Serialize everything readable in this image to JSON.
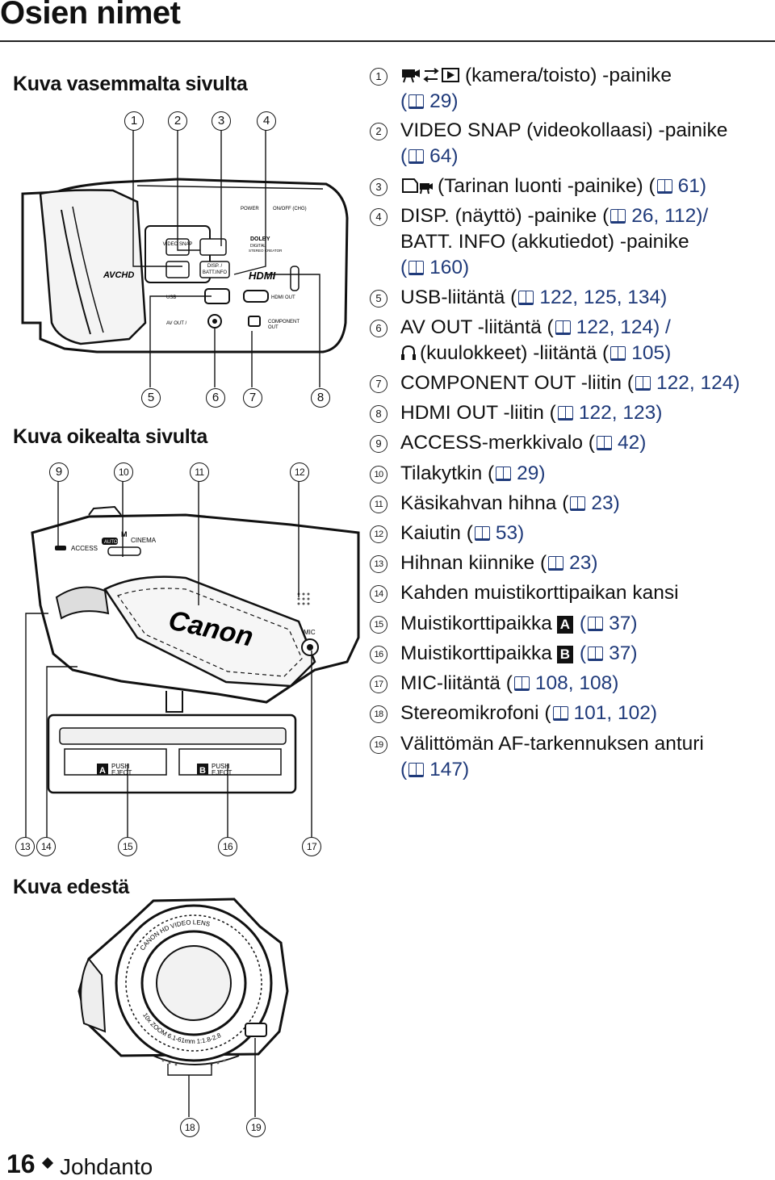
{
  "page": {
    "title": "Osien nimet",
    "page_number": "16",
    "chapter": "Johdanto"
  },
  "sections": {
    "left_side": "Kuva vasemmalta sivulta",
    "right_side": "Kuva oikealta sivulta",
    "front": "Kuva edestä"
  },
  "camera_labels": {
    "video_snap_btn": "VIDEO SNAP",
    "disp_btn_1": "DISP. /",
    "disp_btn_2": "BATT.INFO",
    "avchd": "AVCHD",
    "dolby_1": "DOLBY",
    "dolby_2": "DIGITAL",
    "dolby_3": "STEREO CREATOR",
    "hdmi": "HDMI",
    "hdmi_out": "HDMI OUT",
    "usb": "USB",
    "av_out": "AV OUT /",
    "component_1": "COMPONENT",
    "component_2": "OUT",
    "power": "POWER",
    "on_off": "ON/OFF (CHG)",
    "access": "ACCESS",
    "auto": "AUTO",
    "m": "M",
    "cinema": "CINEMA",
    "canon": "Canon",
    "mic": "MIC",
    "push_eject_1": "PUSH",
    "push_eject_2": "EJECT",
    "slot_a": "A",
    "slot_b": "B",
    "lens_ring": "CANON HD VIDEO LENS",
    "zoom_ring": "10x ZOOM 6.1-61mm 1:1.8-2.8"
  },
  "callouts": {
    "c1": "1",
    "c2": "2",
    "c3": "3",
    "c4": "4",
    "c5": "5",
    "c6": "6",
    "c7": "7",
    "c8": "8",
    "c9": "9",
    "c10": "10",
    "c11": "11",
    "c12": "12",
    "c13": "13",
    "c14": "14",
    "c15": "15",
    "c16": "16",
    "c17": "17",
    "c18": "18",
    "c19": "19"
  },
  "legend": [
    {
      "num": "1",
      "lines": [
        "(kamera/toisto) -painike",
        "29)"
      ]
    },
    {
      "num": "2",
      "lines": [
        "VIDEO SNAP (videokollaasi) -painike",
        "64)"
      ]
    },
    {
      "num": "3",
      "lines": [
        "(Tarinan luonti -painike) (",
        "61)"
      ]
    },
    {
      "num": "4",
      "lines": [
        "DISP. (näyttö) -painike (",
        "26, 112)/",
        "BATT. INFO (akkutiedot) -painike",
        "160)"
      ]
    },
    {
      "num": "5",
      "lines": [
        "USB-liitäntä (",
        "122, 125, 134)"
      ]
    },
    {
      "num": "6",
      "lines": [
        "AV OUT -liitäntä (",
        "122, 124) /",
        "(kuulokkeet) -liitäntä (",
        "105)"
      ]
    },
    {
      "num": "7",
      "lines": [
        "COMPONENT OUT -liitin (",
        "122, 124)"
      ]
    },
    {
      "num": "8",
      "lines": [
        "HDMI OUT -liitin (",
        "122, 123)"
      ]
    },
    {
      "num": "9",
      "lines": [
        "ACCESS-merkkivalo (",
        "42)"
      ]
    },
    {
      "num": "10",
      "lines": [
        "Tilakytkin (",
        "29)"
      ]
    },
    {
      "num": "11",
      "lines": [
        "Käsikahvan hihna (",
        "23)"
      ]
    },
    {
      "num": "12",
      "lines": [
        "Kaiutin (",
        "53)"
      ]
    },
    {
      "num": "13",
      "lines": [
        "Hihnan kiinnike (",
        "23)"
      ]
    },
    {
      "num": "14",
      "lines": [
        "Kahden muistikorttipaikan kansi"
      ]
    },
    {
      "num": "15",
      "lines": [
        "Muistikorttipaikka",
        "A",
        "(",
        "37)"
      ]
    },
    {
      "num": "16",
      "lines": [
        "Muistikorttipaikka",
        "B",
        "(",
        "37)"
      ]
    },
    {
      "num": "17",
      "lines": [
        "MIC-liitäntä (",
        "108, 108)"
      ]
    },
    {
      "num": "18",
      "lines": [
        "Stereomikrofoni (",
        "101, 102)"
      ]
    },
    {
      "num": "19",
      "lines": [
        "Välittömän AF-tarkennuksen anturi",
        "147)"
      ]
    }
  ],
  "icons": {
    "book": "book-reference-icon",
    "camera_play": "camera-play-mode-icon",
    "story": "story-creator-icon",
    "headphones": "headphones-icon"
  }
}
